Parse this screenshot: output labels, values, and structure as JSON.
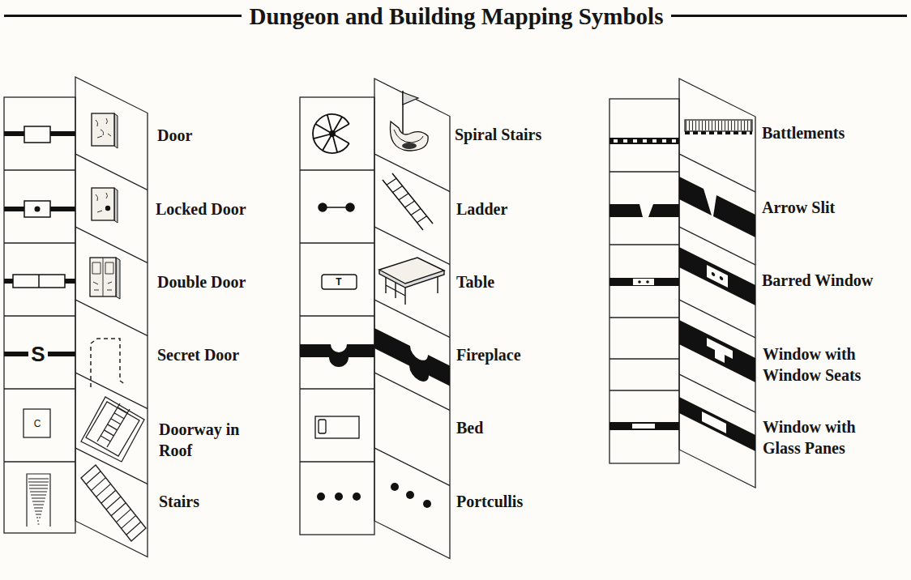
{
  "diagram": {
    "title": "Dungeon and Building Mapping Symbols",
    "labels": [
      "Door",
      "Locked Door",
      "Double Door",
      "S",
      "Secret Door",
      "C",
      "Doorway in Roof",
      "Stairs",
      "Spiral Stairs",
      "Ladder",
      "T",
      "Table",
      "Fireplace",
      "Bed",
      "Portcullis",
      "Battlements",
      "Arrow Slit",
      "Barred Window",
      "Window with Window Seats",
      "Window with Glass Panes"
    ]
  }
}
